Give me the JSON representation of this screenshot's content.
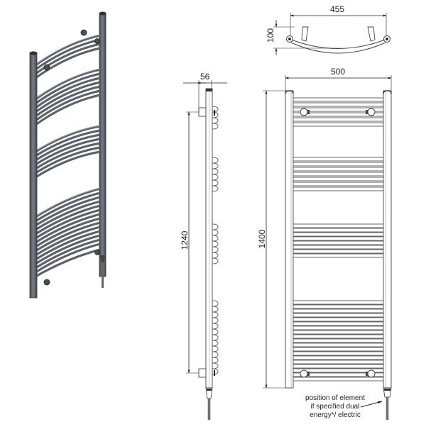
{
  "drawing": {
    "subject": "Curved towel radiator technical drawing",
    "colors": {
      "body": "#6b6f78",
      "body_dark": "#3f434b",
      "body_light": "#9a9ea6",
      "line": "#555555",
      "dim_line": "#222222"
    }
  },
  "views": {
    "perspective": {
      "label": "3D perspective view"
    },
    "side": {
      "label": "Side view",
      "depth_dim": "56",
      "centres_dim": "1240"
    },
    "front": {
      "label": "Front view",
      "width_dim": "500",
      "height_dim": "1400"
    },
    "top": {
      "label": "Top view",
      "width_dim": "455",
      "depth_dim": "100"
    }
  },
  "dimensions": {
    "top_width": "455",
    "top_depth": "100",
    "front_width": "500",
    "side_depth": "56",
    "pipe_centres": "1240",
    "overall_height": "1400"
  },
  "annotation": {
    "line1": "position of element",
    "line2": "if specified dual",
    "line3": "energy*/ electric"
  }
}
